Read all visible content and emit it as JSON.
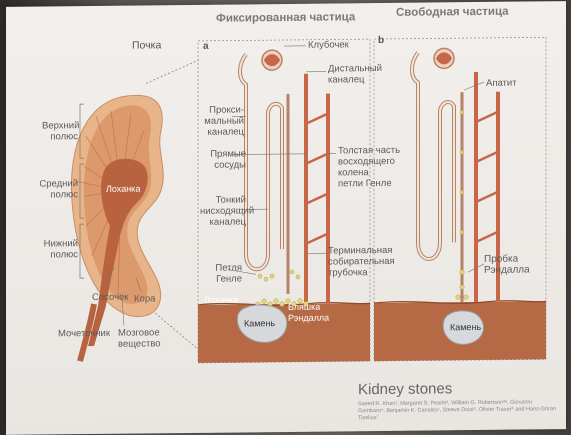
{
  "headers": {
    "fixed": "Фиксированная частица",
    "free": "Свободная частица"
  },
  "kidney": {
    "title": "Почка",
    "upper_pole": "Верхний\nполюс",
    "middle_pole": "Средний\nполюс",
    "lower_pole": "Нижний\nполюс",
    "pelvis": "Лоханка",
    "papilla": "Сосочек",
    "cortex": "Кора",
    "ureter": "Мочеточник",
    "medulla": "Мозговое\nвещество"
  },
  "panel_a": {
    "letter": "a",
    "glomerulus": "Клубочек",
    "distal_tubule": "Дистальный\nканалец",
    "proximal_tubule": "Прокси-\nмальный\nканалец",
    "vasa_recta": "Прямые\nсосуды",
    "thick_ascending": "Толстая часть\nвосходящего\nколена\nпетли Генле",
    "thin_descending": "Тонкий\nнисходящий\nканалец",
    "collecting_duct": "Терминальная\nсобирательная\nтрубочка",
    "loop_henle": "Петля\nГенле",
    "pelvis": "Лоханка",
    "randall_plaque": "Бляшка\nРэндалла",
    "stone": "Камень"
  },
  "panel_b": {
    "letter": "b",
    "apatite": "Апатит",
    "randall_plug": "Пробка\nРэндалла",
    "stone": "Камень"
  },
  "article": {
    "title": "Kidney stones",
    "authors": "Saeed R. Khan¹, Margaret S. Pearle², William G. Robertson³ᵃ, Giovanni Gambaro⁴, Benjamin K. Canales¹, Steeve Doizi⁶, Olivier Traxer⁶ and Hans-Göran Tiselius⁷"
  },
  "colors": {
    "kidney_outer": "#e8b58a",
    "cortex": "#d9976a",
    "medulla_rays": "#c9744a",
    "pelvis": "#b8623f",
    "tubule": "#b5836a",
    "vessel": "#c8664a",
    "crystal": "#d9d36a",
    "stone": "#d6d8dc",
    "tissue": "#b56a45"
  }
}
